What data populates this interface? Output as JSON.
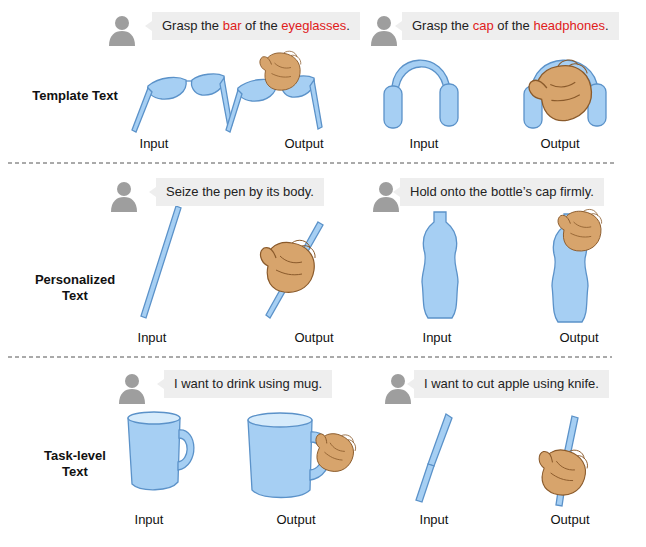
{
  "diagram": {
    "nodes": [
      {
        "text": [
          "Grasp the bar of the eyeglasses."
        ]
      },
      {
        "text": [
          "Grasp the cap of the headphones."
        ]
      },
      {
        "text": [
          "Seize the pen by its body."
        ]
      },
      {
        "text": [
          "Hold onto the  bottle’s cap firmly."
        ]
      },
      {
        "text": [
          "I want to drink using mug."
        ]
      },
      {
        "text": [
          "I want to cut apple using knife."
        ]
      }
    ],
    "labels": [
      "Template Text",
      "Input",
      "Output",
      "Input",
      "Output",
      "Personalized Text",
      "Input",
      "Output",
      "Input",
      "Output",
      "Task-level Text",
      "Input",
      "Output",
      "Input",
      "Output"
    ]
  }
}
